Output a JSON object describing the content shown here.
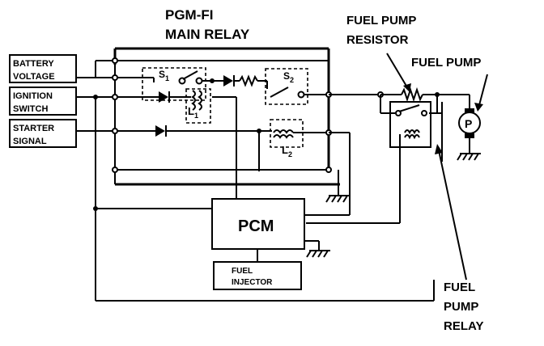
{
  "title": {
    "line1": "PGM-FI",
    "line2": "MAIN RELAY"
  },
  "labels": {
    "fuel_pump_resistor_line1": "FUEL PUMP",
    "fuel_pump_resistor_line2": "RESISTOR",
    "fuel_pump": "FUEL PUMP",
    "fuel_pump_relay_line1": "FUEL",
    "fuel_pump_relay_line2": "PUMP",
    "fuel_pump_relay_line3": "RELAY",
    "battery_voltage_line1": "BATTERY",
    "battery_voltage_line2": "VOLTAGE",
    "ignition_switch_line1": "IGNITION",
    "ignition_switch_line2": "SWITCH",
    "starter_signal_line1": "STARTER",
    "starter_signal_line2": "SIGNAL",
    "s1_main": "S",
    "s1_sub": "1",
    "s2_main": "S",
    "s2_sub": "2",
    "l1_main": "L",
    "l1_sub": "1",
    "l2_main": "L",
    "l2_sub": "2",
    "pcm": "PCM",
    "fuel_injector_line1": "FUEL",
    "fuel_injector_line2": "INJECTOR",
    "pump_symbol": "P"
  }
}
